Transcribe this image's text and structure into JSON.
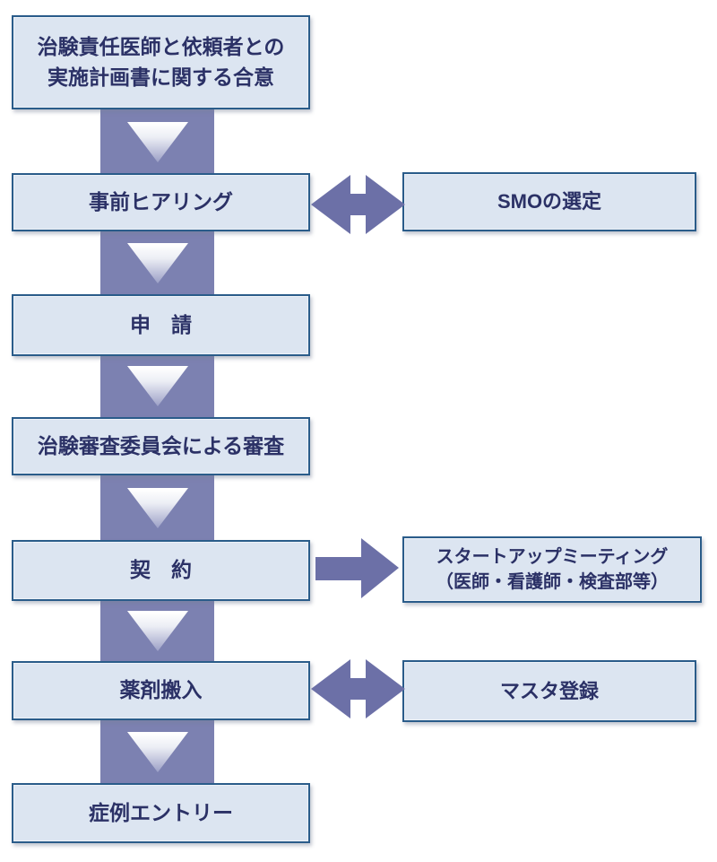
{
  "diagram": {
    "type": "flowchart",
    "language": "ja",
    "colors": {
      "background": "#ffffff",
      "box_fill": "#dce5f1",
      "box_border": "#2a5c8a",
      "text": "#2b3166",
      "band": "#7c81b1",
      "arrow": "#6c70a7"
    },
    "steps": [
      {
        "label_line1": "治験責任医師と依頼者との",
        "label_line2": "実施計画書に関する合意"
      },
      {
        "label": "事前ヒアリング"
      },
      {
        "label": "申　請"
      },
      {
        "label": "治験審査委員会による審査"
      },
      {
        "label": "契　約"
      },
      {
        "label": "薬剤搬入"
      },
      {
        "label": "症例エントリー"
      }
    ],
    "side_boxes": [
      {
        "label": "SMOの選定"
      },
      {
        "label_line1": "スタートアップミーティング",
        "label_line2": "（医師・看護師・検査部等）"
      },
      {
        "label": "マスタ登録"
      }
    ],
    "connectors": [
      {
        "from": "事前ヒアリング",
        "to": "SMOの選定",
        "type": "double-headed-horizontal-arrow"
      },
      {
        "from": "契　約",
        "to": "スタートアップミーティング",
        "type": "right-arrow"
      },
      {
        "from": "薬剤搬入",
        "to": "マスタ登録",
        "type": "double-headed-horizontal-arrow"
      },
      {
        "between_steps": "each vertical step",
        "type": "down-arrow",
        "count": 6
      }
    ]
  }
}
